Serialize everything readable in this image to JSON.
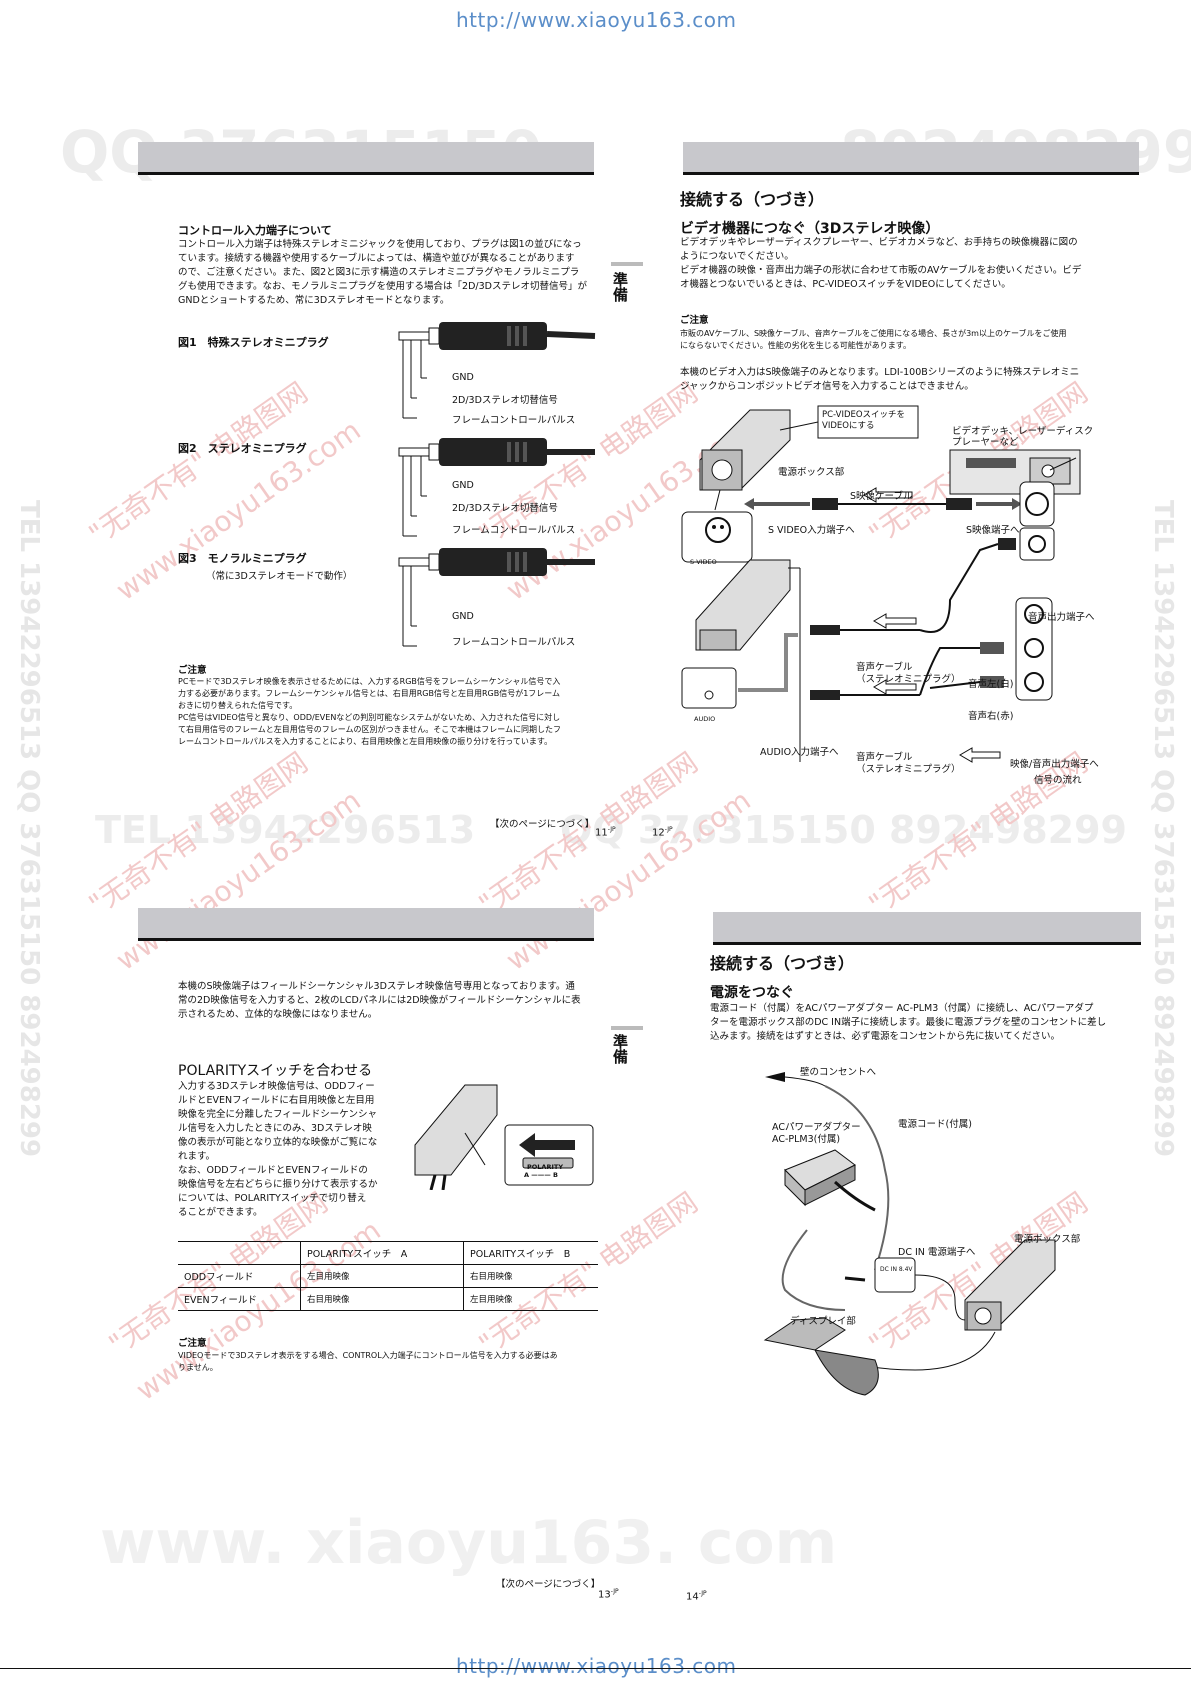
{
  "header_url": "http://www.xiaoyu163.com",
  "footer_url": "http://www.xiaoyu163.com",
  "watermarks": {
    "qq_top_left": "QQ 376315150",
    "qq_top_right": "892498299",
    "tel_mid": "TEL 13942296513",
    "qq_mid": "QQ 376315150  892498299",
    "big_bottom": "www. xiaoyu163. com",
    "rotated": "\"无奇不有\" 电路图网",
    "rotated_url": "www.xiaoyu163.com",
    "side_left": "TEL 13942296513  QQ 376315150  892498299",
    "side_right": "TEL 13942296513  QQ 376315150  892498299"
  },
  "page11": {
    "section_title": "コントロール入力端子について",
    "body": [
      "コントロール入力端子は特殊ステレオミニジャックを使用しており、プラグは図1の並びになっ",
      "ています。接続する機器や使用するケーブルによっては、構造や並びが異なることがあります",
      "ので、ご注意ください。また、図2と図3に示す構造のステレオミニプラグやモノラルミニプラ",
      "グも使用できます。なお、モノラルミニプラグを使用する場合は「2D/3Dステレオ切替信号」が",
      "GNDとショートするため、常に3Dステレオモードとなります。"
    ],
    "side_tab": "準備",
    "fig1_title": "図1　特殊ステレオミニプラグ",
    "fig2_title": "図2　ステレオミニプラグ",
    "fig3_title": "図3　モノラルミニプラグ",
    "fig3_note": "（常に3Dステレオモードで動作）",
    "lbl_gnd": "GND",
    "lbl_2d3d": "2D/3Dステレオ切替信号",
    "lbl_frame": "フレームコントロールパルス",
    "note_title": "ご注意",
    "note": [
      "PCモードで3Dステレオ映像を表示させるためには、入力するRGB信号をフレームシーケンシャル信号で入",
      "力する必要があります。フレームシーケンシャル信号とは、右目用RGB信号と左目用RGB信号が1フレーム",
      "おきに切り替えられた信号です。",
      "PC信号はVIDEO信号と異なり、ODD/EVENなどの判別可能なシステムがないため、入力された信号に対し",
      "て右目用信号のフレームと左目用信号のフレームの区別がつきません。そこで本機はフレームに同期したフ",
      "レームコントロールパルスを入力することにより、右目用映像と左目用映像の振り分けを行っています。"
    ],
    "continue": "【次のページにつづく】",
    "page_num": "11",
    "page_suffix": "-JP"
  },
  "page12": {
    "heading": "接続する（つづき）",
    "subheading": "ビデオ機器につなぐ（3Dステレオ映像）",
    "body": [
      "ビデオデッキやレーザーディスクプレーヤー、ビデオカメラなど、お手持ちの映像機器に図の",
      "ようにつないでください。",
      "ビデオ機器の映像・音声出力端子の形状に合わせて市販のAVケーブルをお使いください。ビデ",
      "オ機器とつないでいるときは、PC-VIDEOスイッチをVIDEOにしてください。"
    ],
    "note_title": "ご注意",
    "note": [
      "市販のAVケーブル、S映像ケーブル、音声ケーブルをご使用になる場合、長さが3m以上のケーブルをご使用",
      "にならないでください。性能の劣化を生じる可能性があります。"
    ],
    "body2": [
      "本機のビデオ入力はS映像端子のみとなります。LDI-100Bシリーズのように特殊ステレオミニ",
      "ジャックからコンポジットビデオ信号を入力することはできません。"
    ],
    "callout": [
      "PC-VIDEOスイッチを",
      "VIDEOにする"
    ],
    "lbl_deck": [
      "ビデオデッキ、レーザーディスク",
      "プレーヤーなど"
    ],
    "lbl_powerbox": "電源ボックス部",
    "lbl_scable": "S映像ケーブル",
    "lbl_svideo_in": "S VIDEO入力端子へ",
    "lbl_s_out": "S映像端子へ",
    "lbl_svideo_jack": "S VIDEO",
    "lbl_audio_out": "音声出力端子へ",
    "lbl_audio_cable1": [
      "音声ケーブル",
      "（ステレオミニプラグ）"
    ],
    "lbl_left": "音声左(白)",
    "lbl_right": "音声右(赤)",
    "lbl_audio_jack": "AUDIO",
    "lbl_audio_in": "AUDIO入力端子へ",
    "lbl_audio_cable2": [
      "音声ケーブル",
      "（ステレオミニプラグ）"
    ],
    "lbl_av_out": "映像/音声出力端子へ",
    "lbl_flow": "信号の流れ",
    "page_num": "12",
    "page_suffix": "-JP"
  },
  "page13": {
    "body": [
      "本機のS映像端子はフィールドシーケンシャル3Dステレオ映像信号専用となっております。通",
      "常の2D映像信号を入力すると、2枚のLCDパネルには2D映像がフィールドシーケンシャルに表",
      "示されるため、立体的な映像にはなりません。"
    ],
    "side_tab": "準備",
    "heading": "POLARITYスイッチを合わせる",
    "para": [
      "入力する3Dステレオ映像信号は、ODDフィー",
      "ルドとEVENフィールドに右目用映像と左目用",
      "映像を完全に分離したフィールドシーケンシャ",
      "ル信号を入力したときにのみ、3Dステレオ映",
      "像の表示が可能となり立体的な映像がご覧にな",
      "れます。",
      "なお、ODDフィールドとEVENフィールドの",
      "映像信号を左右どちらに振り分けて表示するか",
      "については、POLARITYスイッチで切り替え",
      "ることができます。"
    ],
    "switch_label": "POLARITY",
    "switch_ab": "A ——— B",
    "table_header": [
      "",
      "POLARITYスイッチ　A",
      "POLARITYスイッチ　B"
    ],
    "table_rows": [
      [
        "ODDフィールド",
        "左目用映像",
        "右目用映像"
      ],
      [
        "EVENフィールド",
        "右目用映像",
        "左目用映像"
      ]
    ],
    "note_title": "ご注意",
    "note": [
      "VIDEOモードで3Dステレオ表示をする場合、CONTROL入力端子にコントロール信号を入力する必要はあ",
      "りません。"
    ],
    "continue": "【次のページにつづく】",
    "page_num": "13",
    "page_suffix": "-JP"
  },
  "page14": {
    "heading": "接続する（つづき）",
    "subheading": "電源をつなぐ",
    "body": [
      "電源コード（付属）をACパワーアダプター AC-PLM3（付属）に接続し、ACパワーアダプ",
      "ターを電源ボックス部のDC IN端子に接続します。最後に電源プラグを壁のコンセントに差し",
      "込みます。接続をはずすときは、必ず電源をコンセントから先に抜いてください。"
    ],
    "lbl_wall": "壁のコンセントへ",
    "lbl_adapter": [
      "ACパワーアダプター",
      "AC-PLM3(付属)"
    ],
    "lbl_cord": "電源コード(付属)",
    "lbl_dcin": "DC IN 電源端子へ",
    "lbl_dcin_jack": "DC IN 8.4V",
    "lbl_powerbox": "電源ボックス部",
    "lbl_display": "ディスプレイ部",
    "page_num": "14",
    "page_suffix": "-JP"
  }
}
